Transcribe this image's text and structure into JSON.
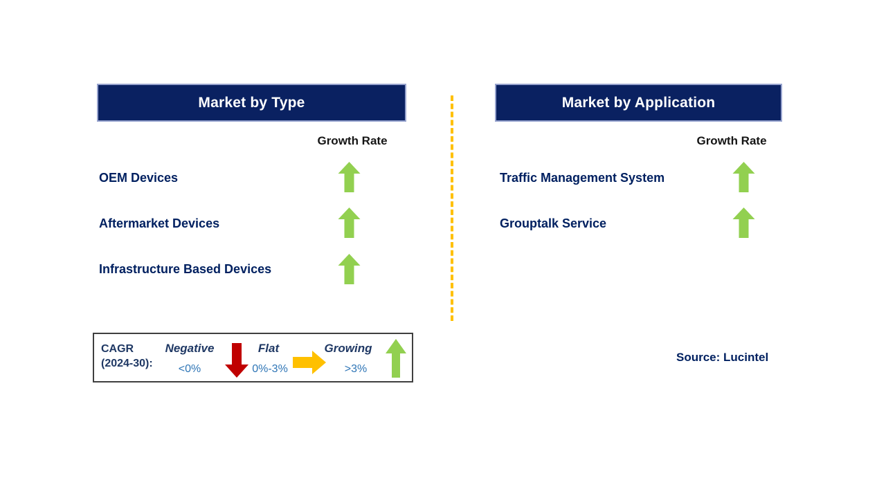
{
  "colors": {
    "banner_navy": "#0A2161",
    "banner_border": "#97A3CE",
    "item_text_navy": "#002060",
    "growth_up_green": "#92D050",
    "negative_red": "#C00000",
    "flat_orange": "#FFC000",
    "divider_yellow": "#FFC000",
    "range_blue": "#2E75B6",
    "legend_name_navy": "#1F3864"
  },
  "panels": [
    {
      "title": "Market by Type",
      "growth_rate_label": "Growth Rate",
      "items": [
        {
          "label": "OEM Devices",
          "growth": "up"
        },
        {
          "label": "Aftermarket Devices",
          "growth": "up"
        },
        {
          "label": "Infrastructure Based Devices",
          "growth": "up"
        }
      ]
    },
    {
      "title": "Market by Application",
      "growth_rate_label": "Growth Rate",
      "items": [
        {
          "label": "Traffic Management System",
          "growth": "up"
        },
        {
          "label": "Grouptalk Service",
          "growth": "up"
        }
      ]
    }
  ],
  "legend": {
    "cagr_line1": "CAGR",
    "cagr_line2": "(2024-30):",
    "entries": [
      {
        "name": "Negative",
        "range": "<0%",
        "arrow": "down",
        "color": "#C00000"
      },
      {
        "name": "Flat",
        "range": "0%-3%",
        "arrow": "right",
        "color": "#FFC000"
      },
      {
        "name": "Growing",
        "range": ">3%",
        "arrow": "up",
        "color": "#92D050"
      }
    ]
  },
  "source": {
    "label": "Source: Lucintel"
  }
}
